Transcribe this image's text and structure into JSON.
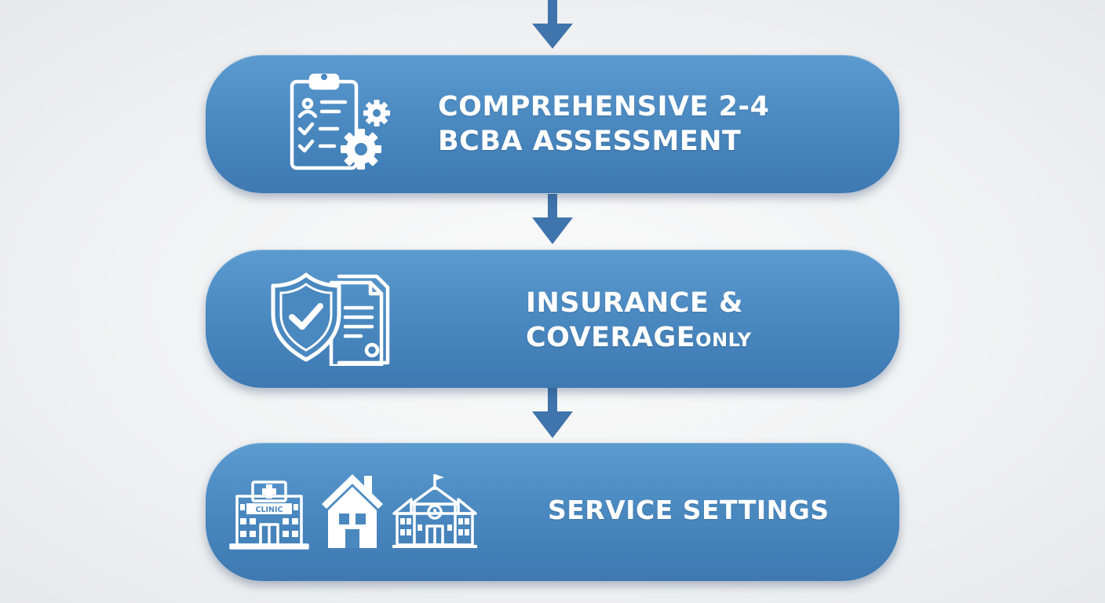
{
  "steps": [
    {
      "id": "assessment",
      "label_line1": "COMPREHENSIVE 2-4",
      "label_line2": "BCBA ASSESSMENT",
      "icon": "clipboard-gears-icon"
    },
    {
      "id": "insurance",
      "label_line1": "INSURANCE &",
      "label_line2": "COVERAGE",
      "label_suffix": "ONLY",
      "icon": "shield-document-icon"
    },
    {
      "id": "settings",
      "label_line1": "SERVICE SETTINGS",
      "icons": [
        "clinic-icon",
        "house-icon",
        "school-icon"
      ],
      "clinic_sign": "CLINIC"
    }
  ],
  "colors": {
    "box": "#4a88c0",
    "arrow": "#3f74ac",
    "text": "#ffffff",
    "background": "#f1f2f3"
  }
}
